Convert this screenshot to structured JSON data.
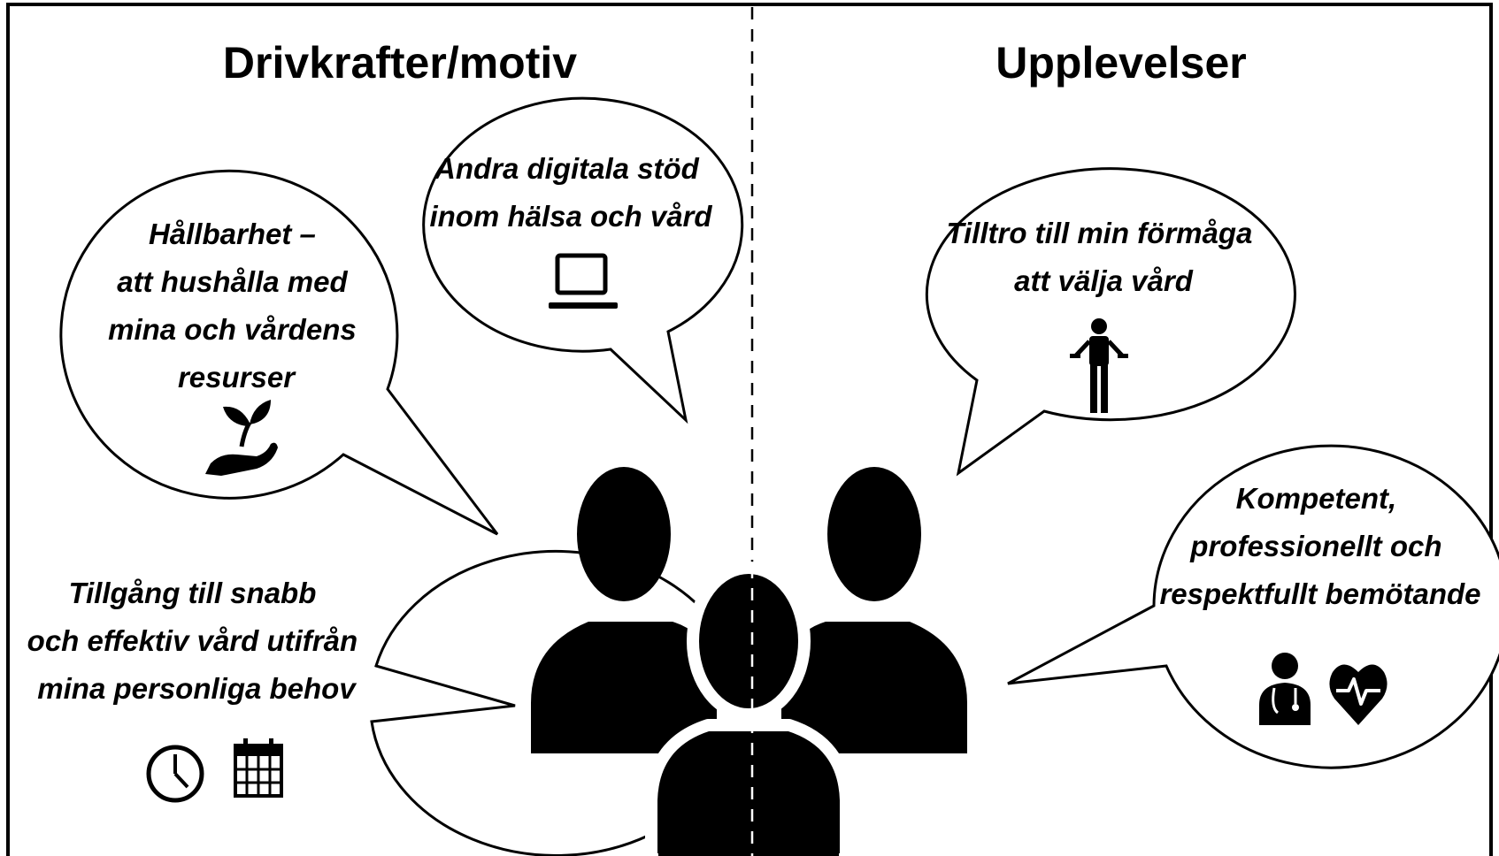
{
  "left_column": {
    "heading": "Drivkrafter/motiv",
    "bubbles": {
      "digital": {
        "lines": [
          "Andra digitala stöd",
          "inom hälsa och vård"
        ],
        "icons": [
          "laptop-icon"
        ]
      },
      "sustainability": {
        "lines": [
          "Hållbarhet –",
          "att hushålla med",
          "mina och vårdens",
          "resurser"
        ],
        "icons": [
          "plant-in-hand-icon"
        ]
      },
      "access": {
        "lines": [
          "Tillgång till snabb",
          "och effektiv vård utifrån",
          "mina personliga behov"
        ],
        "icons": [
          "clock-icon",
          "calendar-icon"
        ]
      }
    }
  },
  "right_column": {
    "heading": "Upplevelser",
    "bubbles": {
      "trust": {
        "lines": [
          "Tilltro till min förmåga",
          "att välja vård"
        ],
        "icons": [
          "person-balancing-icon"
        ]
      },
      "treatment": {
        "lines": [
          "Kompetent,",
          "professionellt och",
          "respektfullt bemötande"
        ],
        "icons": [
          "doctor-icon",
          "heart-pulse-icon"
        ]
      }
    }
  },
  "center": {
    "icon": "group-of-people-icon"
  },
  "colors": {
    "ink": "#000000",
    "background": "#ffffff"
  }
}
